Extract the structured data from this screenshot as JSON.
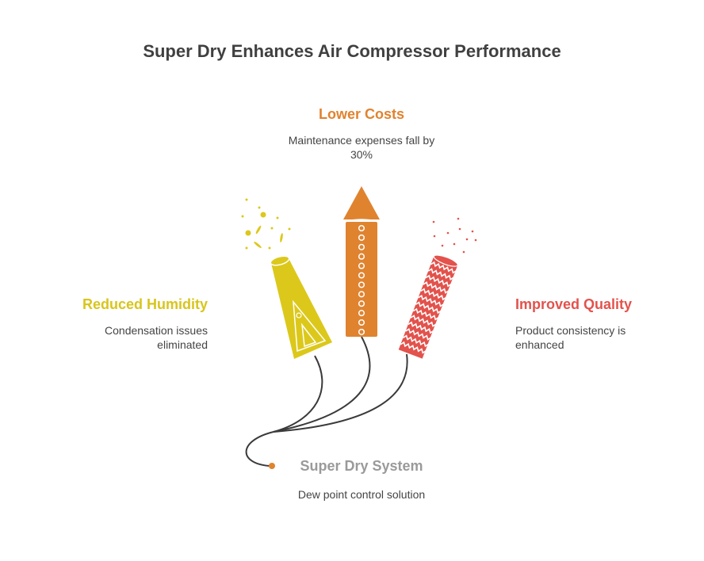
{
  "title": "Super Dry Enhances Air Compressor Performance",
  "colors": {
    "yellow": "#dcc81a",
    "orange": "#e0832f",
    "red": "#e3524c",
    "gray": "#9a9a9a",
    "wire": "#3a3a3a"
  },
  "items": [
    {
      "heading": "Lower Costs",
      "description": "Maintenance expenses fall by 30%"
    },
    {
      "heading": "Reduced Humidity",
      "description": "Condensation issues eliminated"
    },
    {
      "heading": "Improved Quality",
      "description": "Product consistency is enhanced"
    }
  ],
  "source": {
    "heading": "Super Dry System",
    "description": "Dew point control solution"
  }
}
